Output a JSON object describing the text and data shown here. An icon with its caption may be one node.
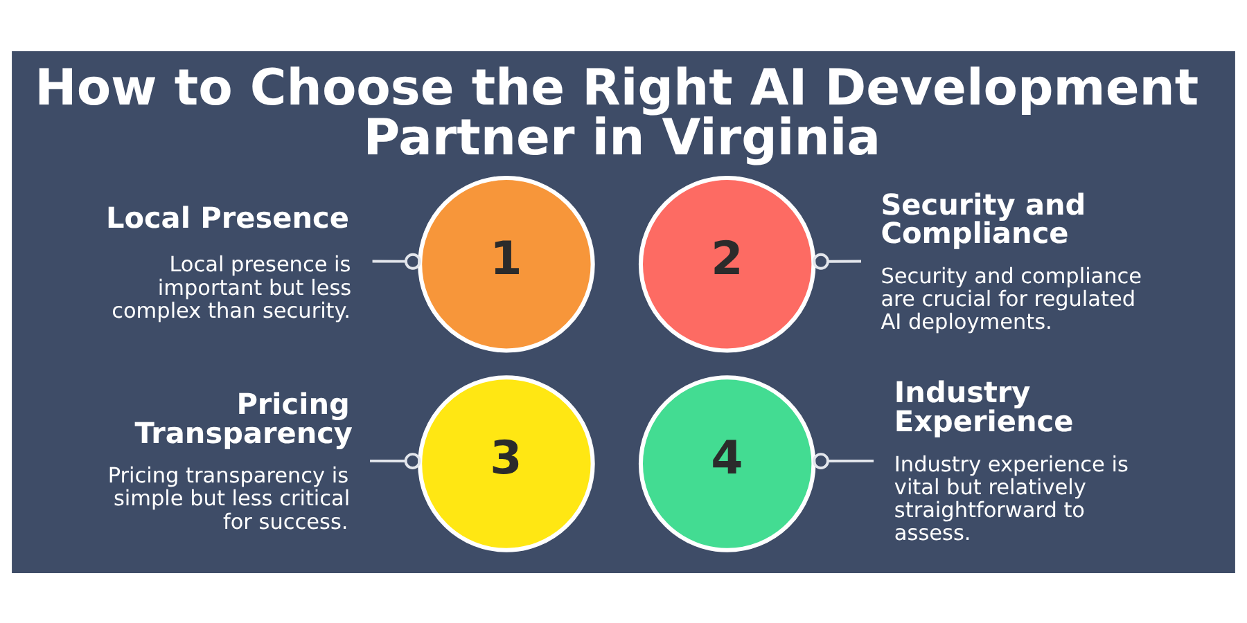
{
  "diagram": {
    "title": "How to Choose the Right AI Development Partner in Virginia",
    "nodes": [
      {
        "text": [
          "Local Presence",
          "Local presence is important but less complex than security."
        ]
      },
      {
        "text": [
          "Security and Compliance",
          "Security and compliance are crucial for regulated AI deployments."
        ]
      },
      {
        "text": [
          "1"
        ]
      },
      {
        "text": [
          "2"
        ]
      },
      {
        "text": [
          "3"
        ]
      },
      {
        "text": [
          "4"
        ]
      },
      {
        "text": [
          "Pricing Transparency",
          "Pricing transparency is simple but less critical for success."
        ]
      },
      {
        "text": [
          "Industry Experience",
          "Industry experience is vital but relatively straightforward to assess."
        ]
      }
    ],
    "edges": [
      {
        "from": 0,
        "to": 2,
        "arrow": "other"
      },
      {
        "from": 1,
        "to": 3,
        "arrow": "other"
      },
      {
        "from": 6,
        "to": 4,
        "arrow": "other"
      },
      {
        "from": 7,
        "to": 5,
        "arrow": "other"
      }
    ]
  }
}
